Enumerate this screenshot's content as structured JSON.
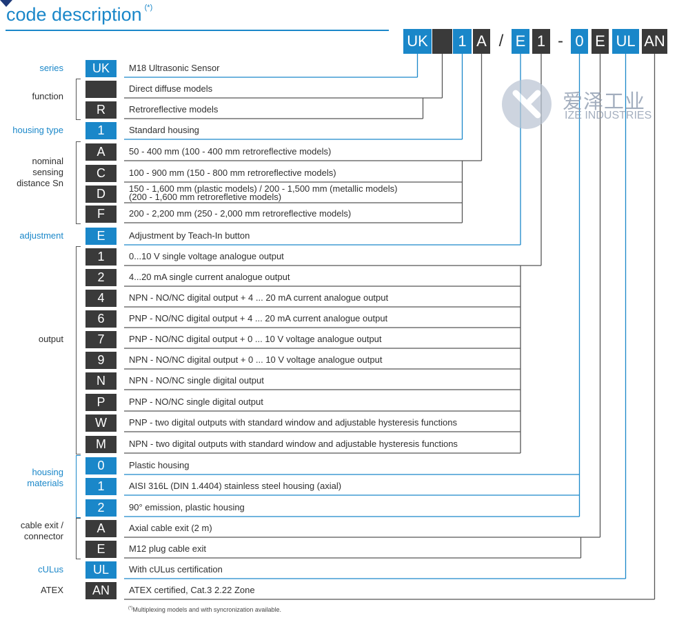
{
  "title": "code description",
  "title_mark": "(*)",
  "header_segments": [
    {
      "text": "UK",
      "kind": "blue"
    },
    {
      "text": "",
      "kind": "dark"
    },
    {
      "text": "1",
      "kind": "blue"
    },
    {
      "text": "A",
      "kind": "dark"
    },
    {
      "text": "/",
      "kind": "sep"
    },
    {
      "text": "E",
      "kind": "blue"
    },
    {
      "text": "1",
      "kind": "dark"
    },
    {
      "text": "-",
      "kind": "sep"
    },
    {
      "text": "0",
      "kind": "blue"
    },
    {
      "text": "E",
      "kind": "dark"
    },
    {
      "text": "UL",
      "kind": "blue"
    },
    {
      "text": "AN",
      "kind": "dark"
    }
  ],
  "groups": [
    {
      "label": "series",
      "color": "blue"
    },
    {
      "label": "function",
      "color": "dark"
    },
    {
      "label": "housing type",
      "color": "blue"
    },
    {
      "label": "nominal\nsensing\ndistance Sn",
      "color": "dark"
    },
    {
      "label": "adjustment",
      "color": "blue"
    },
    {
      "label": "output",
      "color": "dark"
    },
    {
      "label": "housing\nmaterials",
      "color": "blue"
    },
    {
      "label": "cable exit /\nconnector",
      "color": "dark"
    },
    {
      "label": "cULus",
      "color": "blue"
    },
    {
      "label": "ATEX",
      "color": "dark"
    }
  ],
  "rows": [
    {
      "code": "UK",
      "desc": "M18 Ultrasonic Sensor",
      "color": "blue"
    },
    {
      "code": "",
      "desc": "Direct diffuse models",
      "color": "dark"
    },
    {
      "code": "R",
      "desc": "Retroreflective models",
      "color": "dark"
    },
    {
      "code": "1",
      "desc": "Standard housing",
      "color": "blue"
    },
    {
      "code": "A",
      "desc": "50 - 400 mm (100 - 400 mm retroreflective models)",
      "color": "dark"
    },
    {
      "code": "C",
      "desc": "100 - 900 mm (150 - 800 mm retroreflective models)",
      "color": "dark"
    },
    {
      "code": "D",
      "desc": "150 - 1,600 mm (plastic models) / 200 - 1,500 mm (metallic models)",
      "desc2": "(200 - 1,600 mm retrorefletive models)",
      "color": "dark"
    },
    {
      "code": "F",
      "desc": "200 - 2,200 mm (250 - 2,000 mm retroreflective models)",
      "color": "dark"
    },
    {
      "code": "E",
      "desc": "Adjustment by Teach-In button",
      "color": "blue"
    },
    {
      "code": "1",
      "desc": "0...10 V single voltage analogue output",
      "color": "dark"
    },
    {
      "code": "2",
      "desc": "4...20 mA single current analogue output",
      "color": "dark"
    },
    {
      "code": "4",
      "desc": "NPN - NO/NC digital output + 4 ... 20 mA current analogue output",
      "color": "dark"
    },
    {
      "code": "6",
      "desc": "PNP - NO/NC digital output + 4 ... 20 mA current analogue output",
      "color": "dark"
    },
    {
      "code": "7",
      "desc": "PNP - NO/NC digital output + 0 ... 10 V voltage analogue output",
      "color": "dark"
    },
    {
      "code": "9",
      "desc": "NPN - NO/NC digital output + 0 ... 10 V voltage analogue output",
      "color": "dark"
    },
    {
      "code": "N",
      "desc": "NPN - NO/NC single digital output",
      "color": "dark"
    },
    {
      "code": "P",
      "desc": "PNP - NO/NC single digital output",
      "color": "dark"
    },
    {
      "code": "W",
      "desc": "PNP - two digital outputs with standard window and adjustable hysteresis functions",
      "color": "dark"
    },
    {
      "code": "M",
      "desc": "NPN - two digital outputs with standard window and adjustable hysteresis functions",
      "color": "dark"
    },
    {
      "code": "0",
      "desc": "Plastic housing",
      "color": "blue"
    },
    {
      "code": "1",
      "desc": "AISI 316L (DIN 1.4404) stainless steel housing (axial)",
      "color": "blue"
    },
    {
      "code": "2",
      "desc": "90° emission, plastic housing",
      "color": "blue"
    },
    {
      "code": "A",
      "desc": "Axial cable exit (2 m)",
      "color": "dark"
    },
    {
      "code": "E",
      "desc": "M12 plug cable exit",
      "color": "dark"
    },
    {
      "code": "UL",
      "desc": "With cULus certification",
      "color": "blue"
    },
    {
      "code": "AN",
      "desc": "ATEX certified, Cat.3 2.22 Zone",
      "color": "dark"
    }
  ],
  "footnote_mark": "(*)",
  "footnote": "Multiplexing models and with syncronization available.",
  "watermark": {
    "cn": "爱泽工业",
    "en": "IZE INDUSTRIES"
  },
  "colors": {
    "blue": "#1a87c9",
    "dark": "#3a3a3a",
    "line": "#555555"
  }
}
